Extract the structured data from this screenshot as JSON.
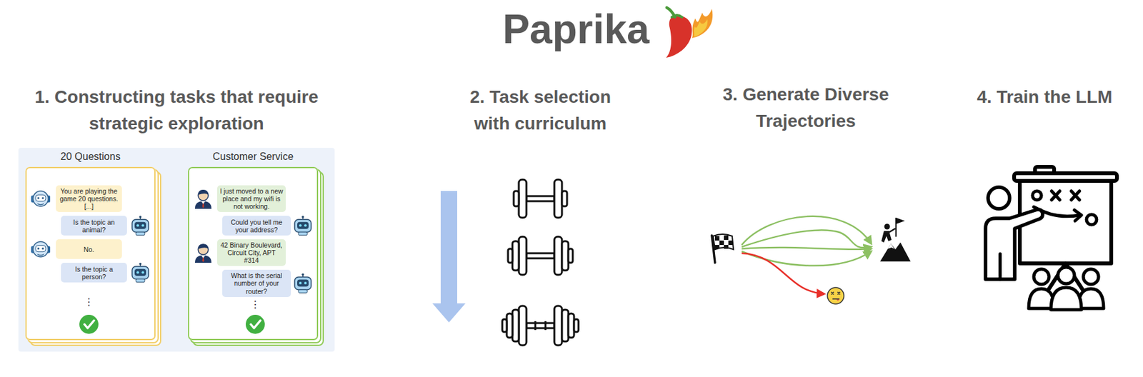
{
  "diagram": {
    "title": "Paprika",
    "nodes": [
      {
        "text": [
          "20 Questions"
        ]
      },
      {
        "text": [
          "You are playing the game 20 questions. [...]"
        ],
        "in": 0
      },
      {
        "text": [
          "Is the topic an animal?"
        ],
        "in": 0
      },
      {
        "text": [
          "No."
        ],
        "in": 0
      },
      {
        "text": [
          "Is the topic a person?"
        ],
        "in": 0
      },
      {
        "text": [
          "Customer Service"
        ]
      },
      {
        "text": [
          "I just moved to a new place and my wifi is not working."
        ],
        "in": 5
      },
      {
        "text": [
          "Could you tell me your address?"
        ],
        "in": 5
      },
      {
        "text": [
          "42 Binary Boulevard, Circuit City, APT #314"
        ],
        "in": 5
      },
      {
        "text": [
          "What is the serial number of your router?"
        ],
        "in": 5
      }
    ],
    "labels": [
      "1. Constructing tasks that require strategic exploration",
      "2. Task selection with curriculum",
      "3. Generate Diverse Trajectories",
      "4. Train the LLM",
      "⋮",
      "⋮"
    ]
  }
}
